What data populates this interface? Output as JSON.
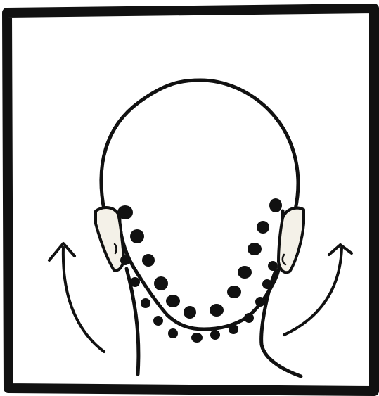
{
  "colors": {
    "ink": "#111111",
    "paper": "#ffffff",
    "ear_fill": "#f4f1e8"
  },
  "illustration": {
    "subject": "head-back-view",
    "dot_rows": 2,
    "arrows": 2
  }
}
